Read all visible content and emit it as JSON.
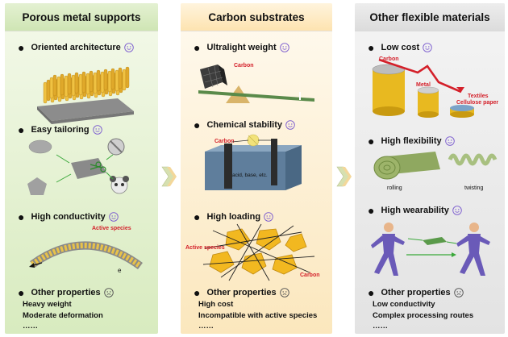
{
  "colors": {
    "red_label": "#d4202a",
    "happy_face": "#7b5ccf",
    "sad_face": "#555555",
    "chevron": "#cfd9a8"
  },
  "panels": [
    {
      "title": "Porous metal supports",
      "properties": [
        {
          "label": "Oriented architecture",
          "sentiment": "happy"
        },
        {
          "label": "Easy tailoring",
          "sentiment": "happy"
        },
        {
          "label": "High conductivity",
          "sentiment": "happy"
        },
        {
          "label": "Other properties",
          "sentiment": "sad"
        }
      ],
      "other": [
        "Heavy weight",
        "Moderate deformation",
        "……"
      ],
      "labels": {
        "active_species": "Active species",
        "electron": "e"
      }
    },
    {
      "title": "Carbon substrates",
      "properties": [
        {
          "label": "Ultralight weight",
          "sentiment": "happy"
        },
        {
          "label": "Chemical stability",
          "sentiment": "happy"
        },
        {
          "label": "High loading",
          "sentiment": "happy"
        },
        {
          "label": "Other properties",
          "sentiment": "sad"
        }
      ],
      "other": [
        "High cost",
        "Incompatible with active species",
        "……"
      ],
      "labels": {
        "carbon": "Carbon",
        "acid": "acid, base, etc.",
        "active_species": "Active species"
      }
    },
    {
      "title": "Other flexible materials",
      "properties": [
        {
          "label": "Low cost",
          "sentiment": "happy"
        },
        {
          "label": "High flexibility",
          "sentiment": "happy"
        },
        {
          "label": "High wearability",
          "sentiment": "happy"
        },
        {
          "label": "Other properties",
          "sentiment": "sad"
        }
      ],
      "other": [
        "Low conductivity",
        "Complex processing routes",
        "……"
      ],
      "labels": {
        "carbon": "Carbon",
        "metal": "Metal",
        "textiles": "Textiles",
        "cellulose": "Cellulose paper",
        "rolling": "rolling",
        "twisting": "twisting"
      }
    }
  ]
}
